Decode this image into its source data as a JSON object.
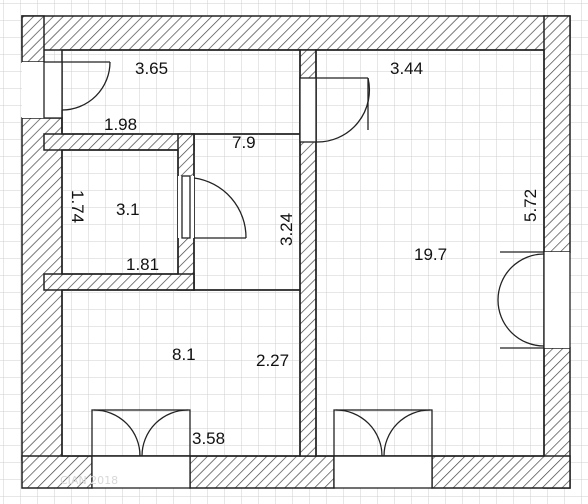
{
  "floorplan": {
    "dimensions": {
      "top_left_width": "3.65",
      "top_right_width": "3.44",
      "corridor_width": "1.98",
      "corridor_area": "7.9",
      "bath_height": "1.74",
      "bath_area": "3.1",
      "bath_width": "1.81",
      "partition_length": "3.24",
      "right_room_height": "5.72",
      "right_room_area": "19.7",
      "lower_room_area": "8.1",
      "lower_room_depth": "2.27",
      "lower_room_width": "3.58"
    },
    "watermark": "CIAN 2018"
  },
  "colors": {
    "wall_stroke": "#222222",
    "hatch": "#444444",
    "grid": "#cccccc",
    "door": "#222222"
  }
}
